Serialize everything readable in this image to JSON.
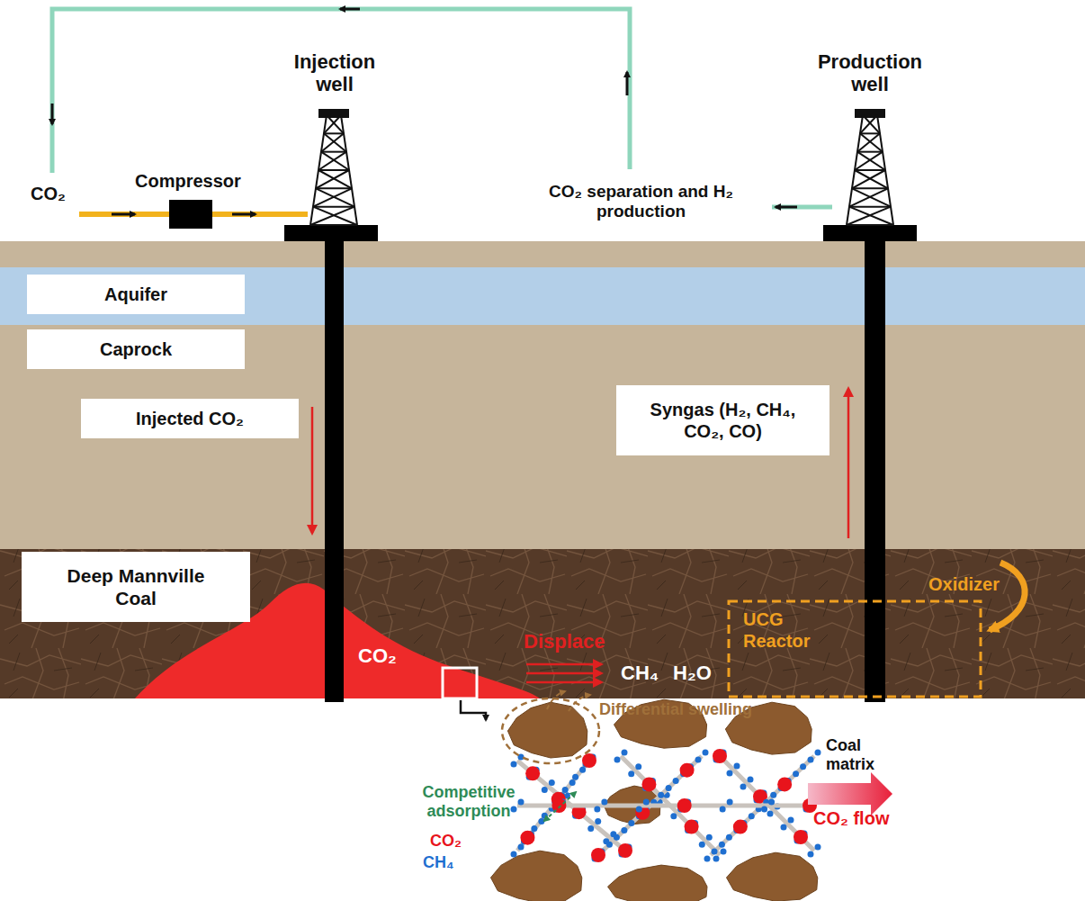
{
  "diagram": {
    "nodes": [
      {
        "text": [
          "Aquifer"
        ]
      },
      {
        "text": [
          "Caprock"
        ]
      },
      {
        "text": [
          "Injected CO₂"
        ]
      },
      {
        "text": [
          "Syngas (H₂, CH₄, CO₂, CO)"
        ]
      },
      {
        "text": [
          "Deep Mannville Coal"
        ]
      },
      {
        "text": [
          "UCG Reactor"
        ]
      }
    ],
    "labels": [
      "CO₂",
      "Compressor",
      "Injection well",
      "Production well",
      "CO₂ separation and H₂ production",
      "CO₂",
      "Displace",
      "CH₄",
      "H₂O",
      "Oxidizer",
      "Differential swelling",
      "Coal matrix",
      "Competitive adsorption",
      "CO₂",
      "CH₄",
      "CO₂ flow"
    ]
  }
}
